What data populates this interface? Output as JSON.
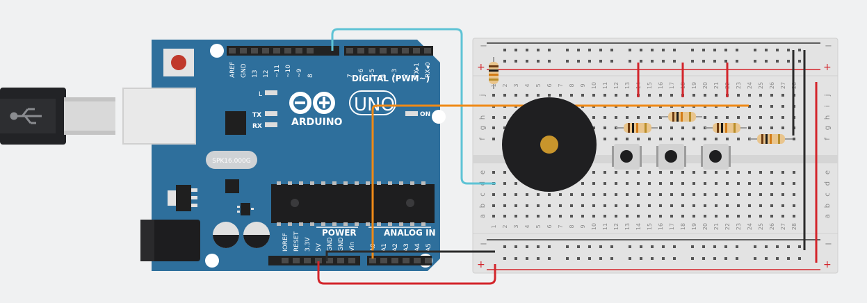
{
  "arduino": {
    "brand": "ARDUINO",
    "model": "UNO",
    "crystal": "SPK16.000G",
    "on_label": "ON",
    "l_label": "L",
    "tx_label": "TX",
    "rx_label": "RX",
    "digital_header": "DIGITAL (PWM~)",
    "digital_pins": [
      "AREF",
      "GND",
      "13",
      "12",
      "~11",
      "~10",
      "~9",
      "8",
      "7",
      "~6",
      "~5",
      "4",
      "~3",
      "2",
      "TX▸1",
      "RX◂0"
    ],
    "power_header": "POWER",
    "power_pins": [
      "IOREF",
      "RESET",
      "3.3V",
      "5V",
      "GND",
      "GND",
      "Vin"
    ],
    "analog_header": "ANALOG IN",
    "analog_pins": [
      "A0",
      "A1",
      "A2",
      "A3",
      "A4",
      "A5"
    ]
  },
  "breadboard": {
    "row_letters_top": [
      "j",
      "i",
      "h",
      "g",
      "f"
    ],
    "row_letters_bottom": [
      "e",
      "d",
      "c",
      "b",
      "a"
    ],
    "columns": [
      "1",
      "2",
      "3",
      "4",
      "5",
      "6",
      "7",
      "8",
      "9",
      "10",
      "11",
      "12",
      "13",
      "14",
      "15",
      "16",
      "17",
      "18",
      "19",
      "20",
      "21",
      "22",
      "23",
      "24",
      "25",
      "26",
      "27",
      "28"
    ],
    "rail_plus": "+",
    "rail_minus": "−"
  },
  "colors": {
    "board": "#2e6f9c",
    "wire_orange": "#ef8a17",
    "wire_cyan": "#5ec3d5",
    "wire_red": "#d3252b",
    "wire_black": "#2b2b2b"
  }
}
